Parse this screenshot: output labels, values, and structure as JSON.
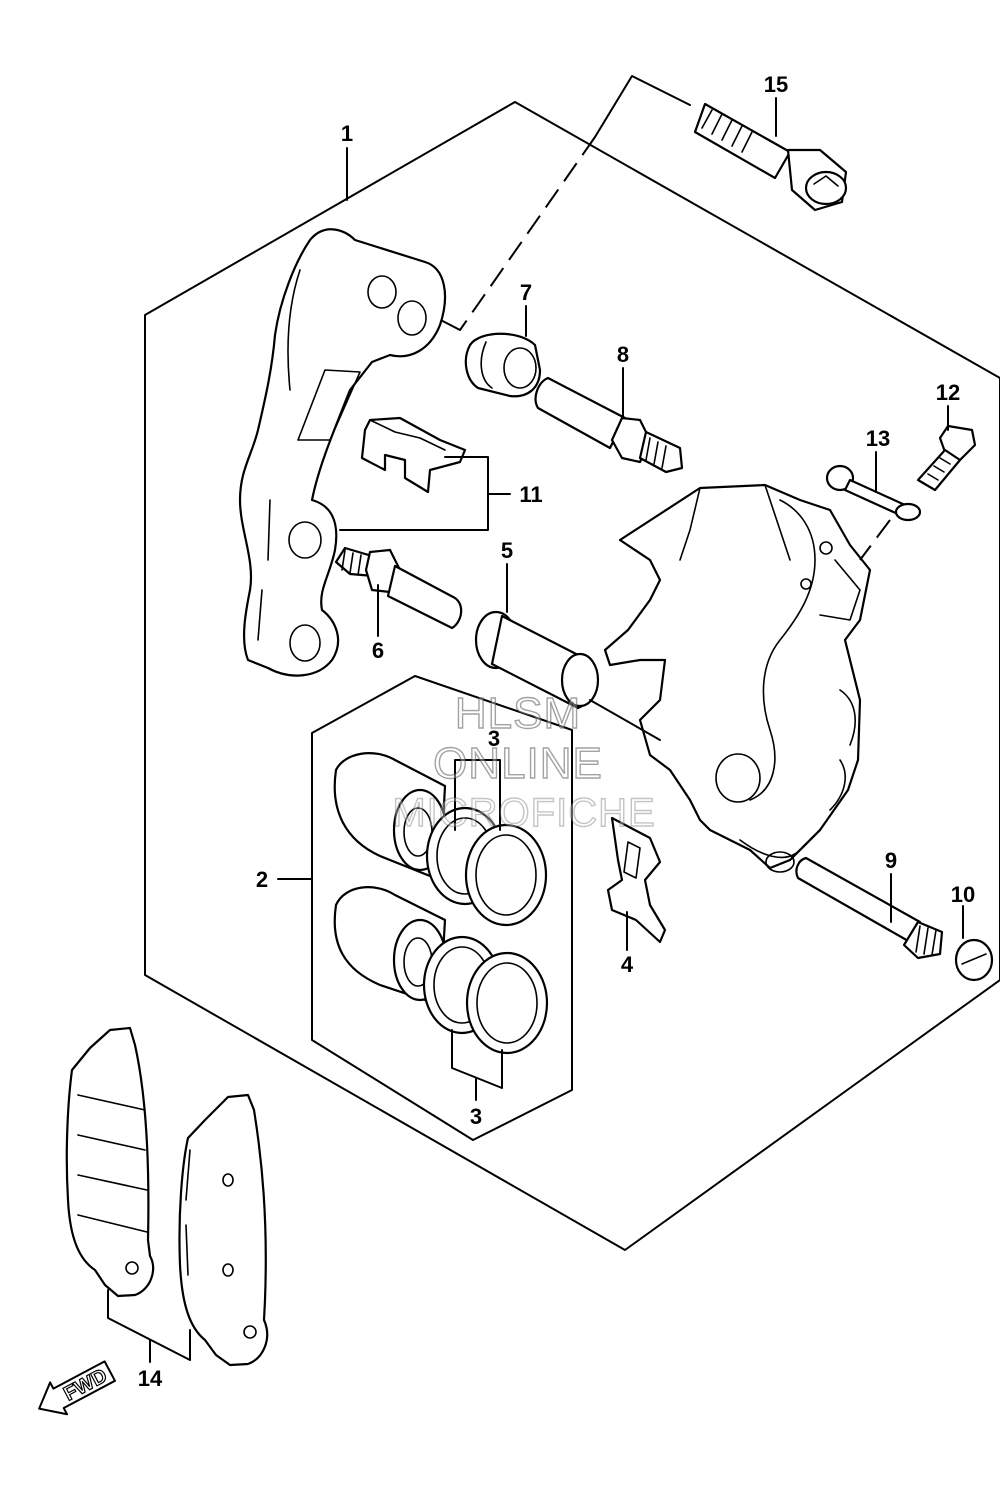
{
  "callouts": {
    "n1": "1",
    "n2": "2",
    "n3_top": "3",
    "n3_bottom": "3",
    "n4": "4",
    "n5": "5",
    "n6": "6",
    "n7": "7",
    "n8": "8",
    "n9": "9",
    "n10": "10",
    "n11": "11",
    "n12": "12",
    "n13": "13",
    "n14": "14",
    "n15": "15"
  },
  "watermark": {
    "line1": "HLSM",
    "line2": "ONLINE",
    "line3": "MICROFICHE"
  },
  "direction_badge": {
    "label": "FWD"
  }
}
